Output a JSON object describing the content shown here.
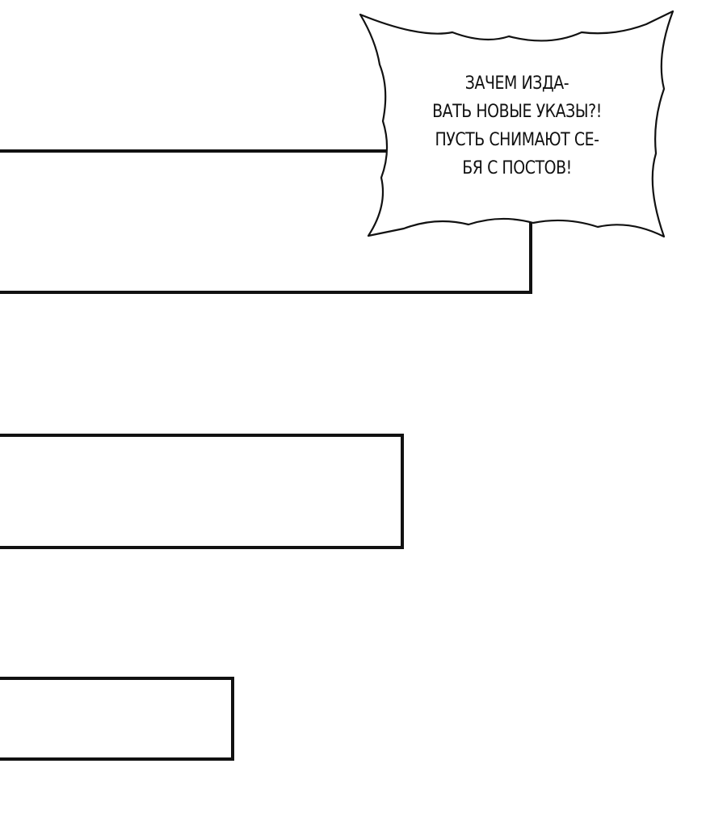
{
  "speech_bubble": {
    "lines": [
      "ЗАЧЕМ ИЗДА-",
      "ВАТЬ НОВЫЕ УКАЗЫ?!",
      "ПУСТЬ СНИМАЮТ СЕ-",
      "БЯ С ПОСТОВ!"
    ]
  },
  "colors": {
    "ink": "#111111",
    "paper": "#ffffff"
  }
}
